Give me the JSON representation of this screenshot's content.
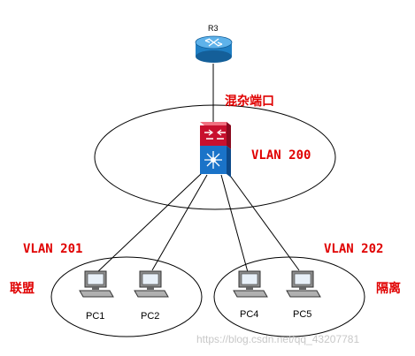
{
  "router": {
    "label": "R3"
  },
  "promisc_port": {
    "label": "混杂端口"
  },
  "vlans": {
    "main": {
      "label": "VLAN 200"
    },
    "left": {
      "label": "VLAN 201",
      "group_label": "联盟"
    },
    "right": {
      "label": "VLAN 202",
      "group_label": "隔离"
    }
  },
  "pcs": [
    {
      "label": "PC1"
    },
    {
      "label": "PC2"
    },
    {
      "label": "PC4"
    },
    {
      "label": "PC5"
    }
  ],
  "watermark": "https://blog.csdn.net/qq_43207781",
  "colors": {
    "label_red": "#e00000",
    "router_blue": "#1f7fc4",
    "switch_red": "#c8102e",
    "switch_blue": "#1a73c8",
    "pc_grey": "#8c8c8c"
  },
  "icons": [
    "router-icon",
    "multilayer-switch-icon",
    "pc-icon"
  ]
}
